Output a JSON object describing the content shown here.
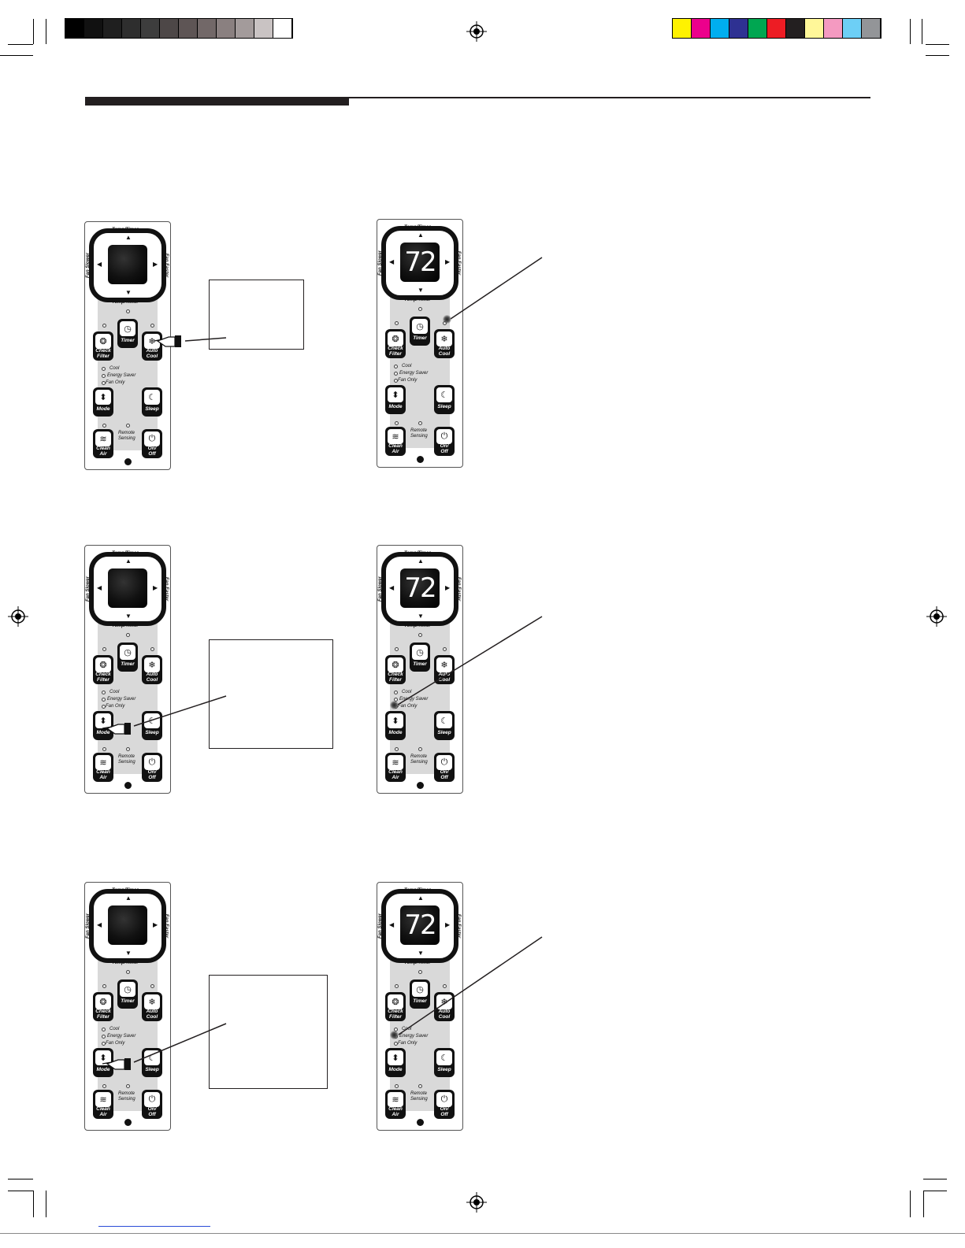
{
  "panel_labels": {
    "top": "Temp/Timer",
    "bottom": "Temp/Timer",
    "left": "Fan Slower",
    "right": "Fan Faster",
    "timer": "Timer",
    "check_filter_line1": "Check",
    "check_filter_line2": "Filter",
    "auto_cool_line1": "Auto",
    "auto_cool_line2": "Cool",
    "mode": "Mode",
    "sleep": "Sleep",
    "clean_air_line1": "Clean",
    "clean_air_line2": "Air",
    "on_off_line1": "On/",
    "on_off_line2": "Off",
    "mode_cool": "Cool",
    "mode_energy_saver": "Energy Saver",
    "mode_fan_only": "Fan Only",
    "remote_sensing_line1": "Remote",
    "remote_sensing_line2": "Sensing"
  },
  "display_value": "72",
  "swatches": {
    "grays": [
      "#000000",
      "#111111",
      "#1f1f1f",
      "#2e2e2e",
      "#3d3d3d",
      "#4d4747",
      "#5e5555",
      "#726868",
      "#8a8080",
      "#a39b9b",
      "#c9c3c3",
      "#ffffff"
    ],
    "colors": [
      "#fff200",
      "#ec008c",
      "#00aeef",
      "#2e3192",
      "#00a651",
      "#ed1c24",
      "#231f20",
      "#fff799",
      "#f49ac1",
      "#6dcff6",
      "#939598"
    ]
  },
  "icons": {
    "registration": "crosshair-target-icon",
    "pointer": "pointing-hand-icon"
  }
}
